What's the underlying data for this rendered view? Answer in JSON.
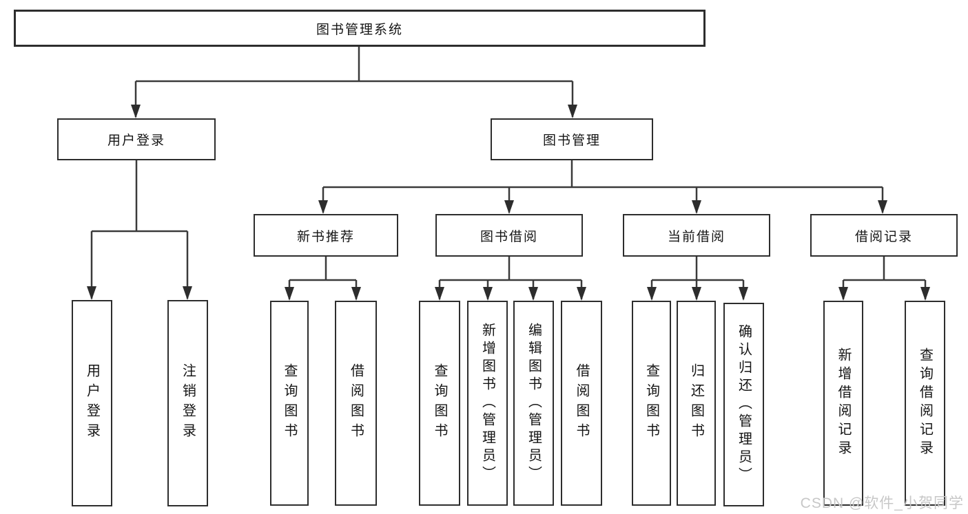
{
  "diagram": {
    "root": {
      "label": "图书管理系统"
    },
    "level2": [
      {
        "label": "用户登录"
      },
      {
        "label": "图书管理"
      }
    ],
    "level3": [
      {
        "label": "新书推荐"
      },
      {
        "label": "图书借阅"
      },
      {
        "label": "当前借阅"
      },
      {
        "label": "借阅记录"
      }
    ],
    "leaves": {
      "login": [
        {
          "label": "用户登录"
        },
        {
          "label": "注销登录"
        }
      ],
      "recommend": [
        {
          "label": "查询图书"
        },
        {
          "label": "借阅图书"
        }
      ],
      "borrow": [
        {
          "label": "查询图书"
        },
        {
          "label": "新增图书（管理员）"
        },
        {
          "label": "编辑图书（管理员）"
        },
        {
          "label": "借阅图书"
        }
      ],
      "current": [
        {
          "label": "查询图书"
        },
        {
          "label": "归还图书"
        },
        {
          "label": "确认归还（管理员）"
        }
      ],
      "record": [
        {
          "label": "新增借阅记录"
        },
        {
          "label": "查询借阅记录"
        }
      ]
    },
    "watermark": "CSDN @软件_小贺同学",
    "colors": {
      "line": "#3a3a3a",
      "box_border": "#2d2d2d",
      "text": "#151515",
      "watermark": "#c7c7c7",
      "background": "#ffffff"
    }
  }
}
